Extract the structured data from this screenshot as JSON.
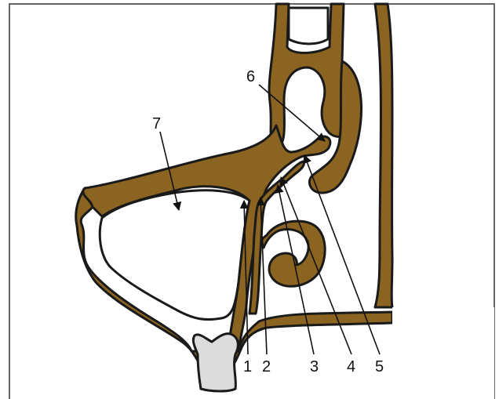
{
  "colors": {
    "bone": "#8B6421",
    "tooth": "#DCDCDC"
  },
  "labels": [
    {
      "id": "1",
      "text": "1"
    },
    {
      "id": "2",
      "text": "2"
    },
    {
      "id": "3",
      "text": "3"
    },
    {
      "id": "4",
      "text": "4"
    },
    {
      "id": "5",
      "text": "5"
    },
    {
      "id": "6",
      "text": "6"
    },
    {
      "id": "7",
      "text": "7"
    }
  ]
}
